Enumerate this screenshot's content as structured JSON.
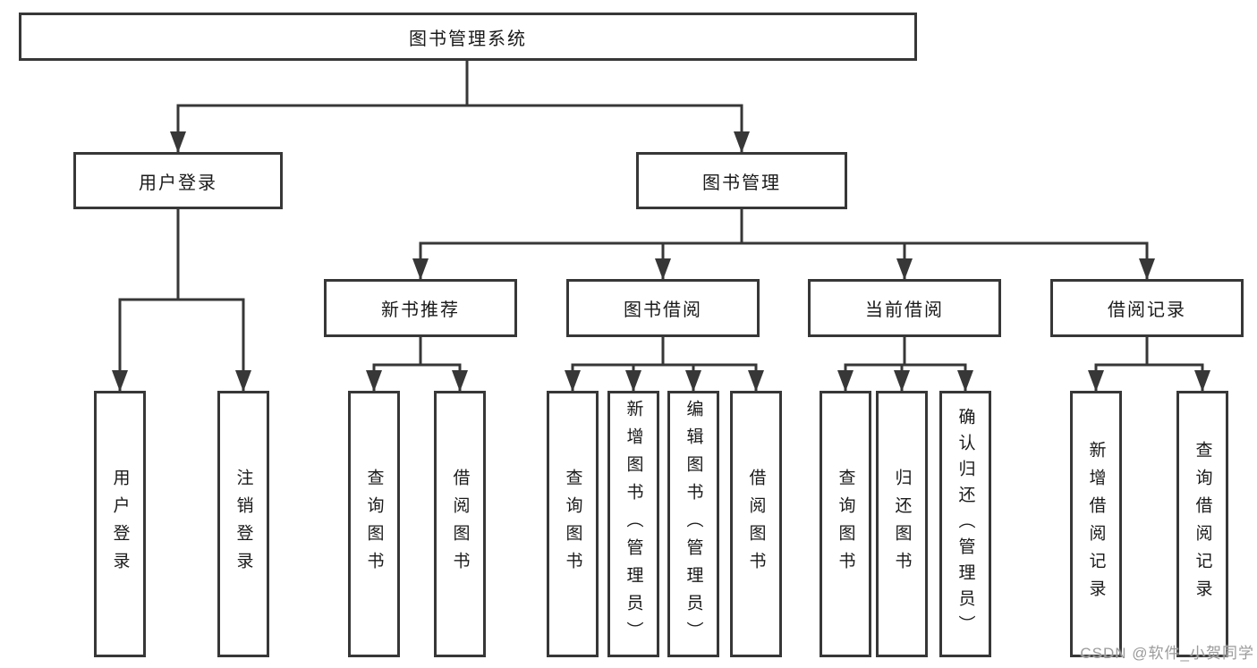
{
  "colors": {
    "line": "#373737",
    "text": "#1a1a1a",
    "watermark": "#9b9b9b"
  },
  "watermark": "CSDN @软件_小贺同学",
  "tree": {
    "root": {
      "label": "图书管理系统",
      "children": [
        {
          "label": "用户登录",
          "children": [
            {
              "label": "用户登录"
            },
            {
              "label": "注销登录"
            }
          ]
        },
        {
          "label": "图书管理",
          "children": [
            {
              "label": "新书推荐",
              "children": [
                {
                  "label": "查询图书"
                },
                {
                  "label": "借阅图书"
                }
              ]
            },
            {
              "label": "图书借阅",
              "children": [
                {
                  "label": "查询图书"
                },
                {
                  "label": "新增图书（管理员）"
                },
                {
                  "label": "编辑图书（管理员）"
                },
                {
                  "label": "借阅图书"
                }
              ]
            },
            {
              "label": "当前借阅",
              "children": [
                {
                  "label": "查询图书"
                },
                {
                  "label": "归还图书"
                },
                {
                  "label": "确认归还（管理员）"
                }
              ]
            },
            {
              "label": "借阅记录",
              "children": [
                {
                  "label": "新增借阅记录"
                },
                {
                  "label": "查询借阅记录"
                }
              ]
            }
          ]
        }
      ]
    }
  }
}
